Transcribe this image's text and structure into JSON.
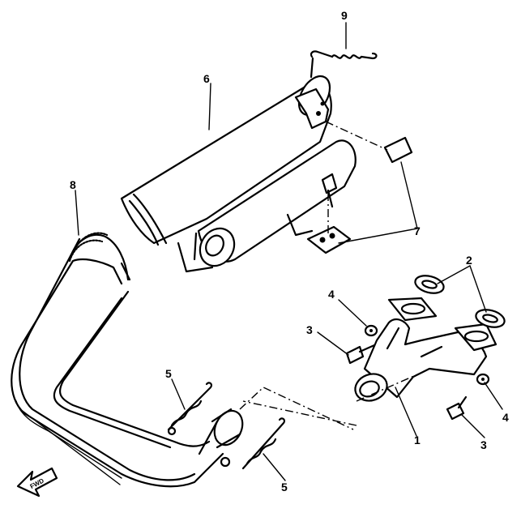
{
  "diagram": {
    "callouts": [
      "9",
      "6",
      "8",
      "7",
      "2",
      "4",
      "3",
      "1",
      "5",
      "5",
      "3",
      "4"
    ],
    "direction_arrow": "FWD"
  }
}
